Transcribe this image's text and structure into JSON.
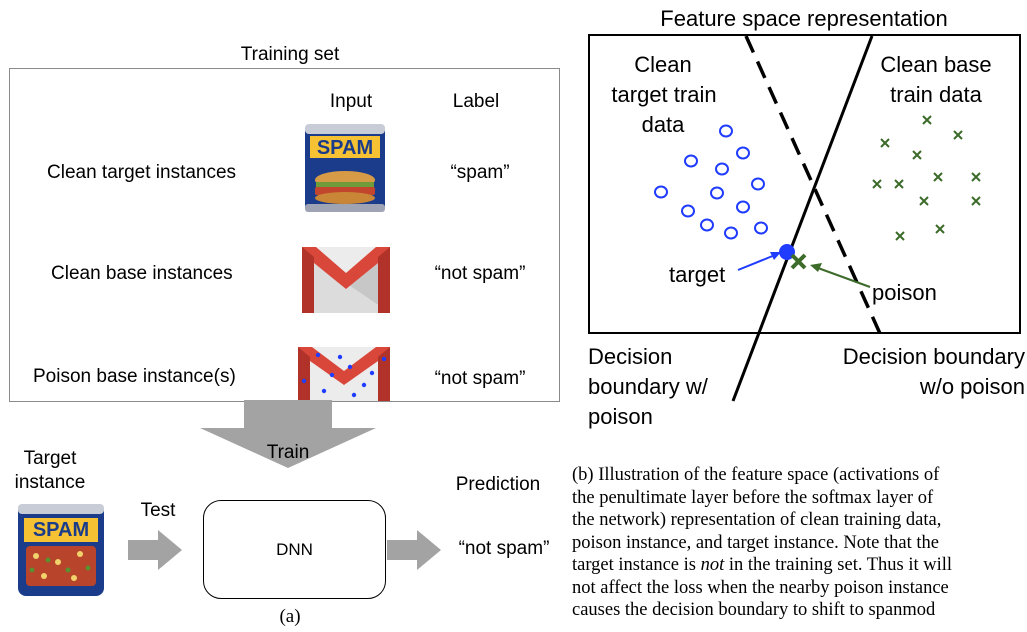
{
  "panel_a": {
    "training_set_title": "Training set",
    "col_input": "Input",
    "col_label": "Label",
    "rows": [
      {
        "name": "Clean target instances",
        "label": "“spam”",
        "icon": "spam-can-image"
      },
      {
        "name": "Clean base instances",
        "label": "“not spam”",
        "icon": "gmail-logo-image"
      },
      {
        "name": "Poison base instance(s)",
        "label": "“not spam”",
        "icon": "gmail-logo-poisoned-image"
      }
    ],
    "train_label": "Train",
    "target_instance": [
      "Target",
      "instance"
    ],
    "test_label": "Test",
    "dnn_label": "DNN",
    "prediction_label": "Prediction",
    "prediction_value": "“not spam”",
    "caption": "(a)",
    "can_brand": "SPAM",
    "colors": {
      "gmail_red": "#d9473b",
      "gmail_dark_red": "#b13228",
      "arrow_gray": "#a3a3a3",
      "spam_blue": "#1a3c8a",
      "spam_yellow": "#f6c233"
    }
  },
  "panel_b": {
    "title": "Feature space representation",
    "clean_target_label": [
      "Clean",
      "target train",
      "data"
    ],
    "clean_base_label": [
      "Clean base",
      "train data"
    ],
    "target_label": "target",
    "poison_label": "poison",
    "decision_with_poison": [
      "Decision",
      "boundary w/",
      "poison"
    ],
    "decision_without_poison": [
      "Decision boundary",
      "w/o poison"
    ],
    "caption_lines": [
      "(b) Illustration of the feature space (activations of",
      "the penultimate layer before the softmax layer of",
      "the network) representation of clean training data,",
      "poison instance, and target instance. Note that the",
      "target instance is <i>not</i> in the training set. Thus it will",
      "not affect the loss when the nearby poison instance",
      "causes the decision boundary to shift to spanmod"
    ],
    "colors": {
      "blue": "#1f3cff",
      "green": "#3c6b2a"
    }
  }
}
